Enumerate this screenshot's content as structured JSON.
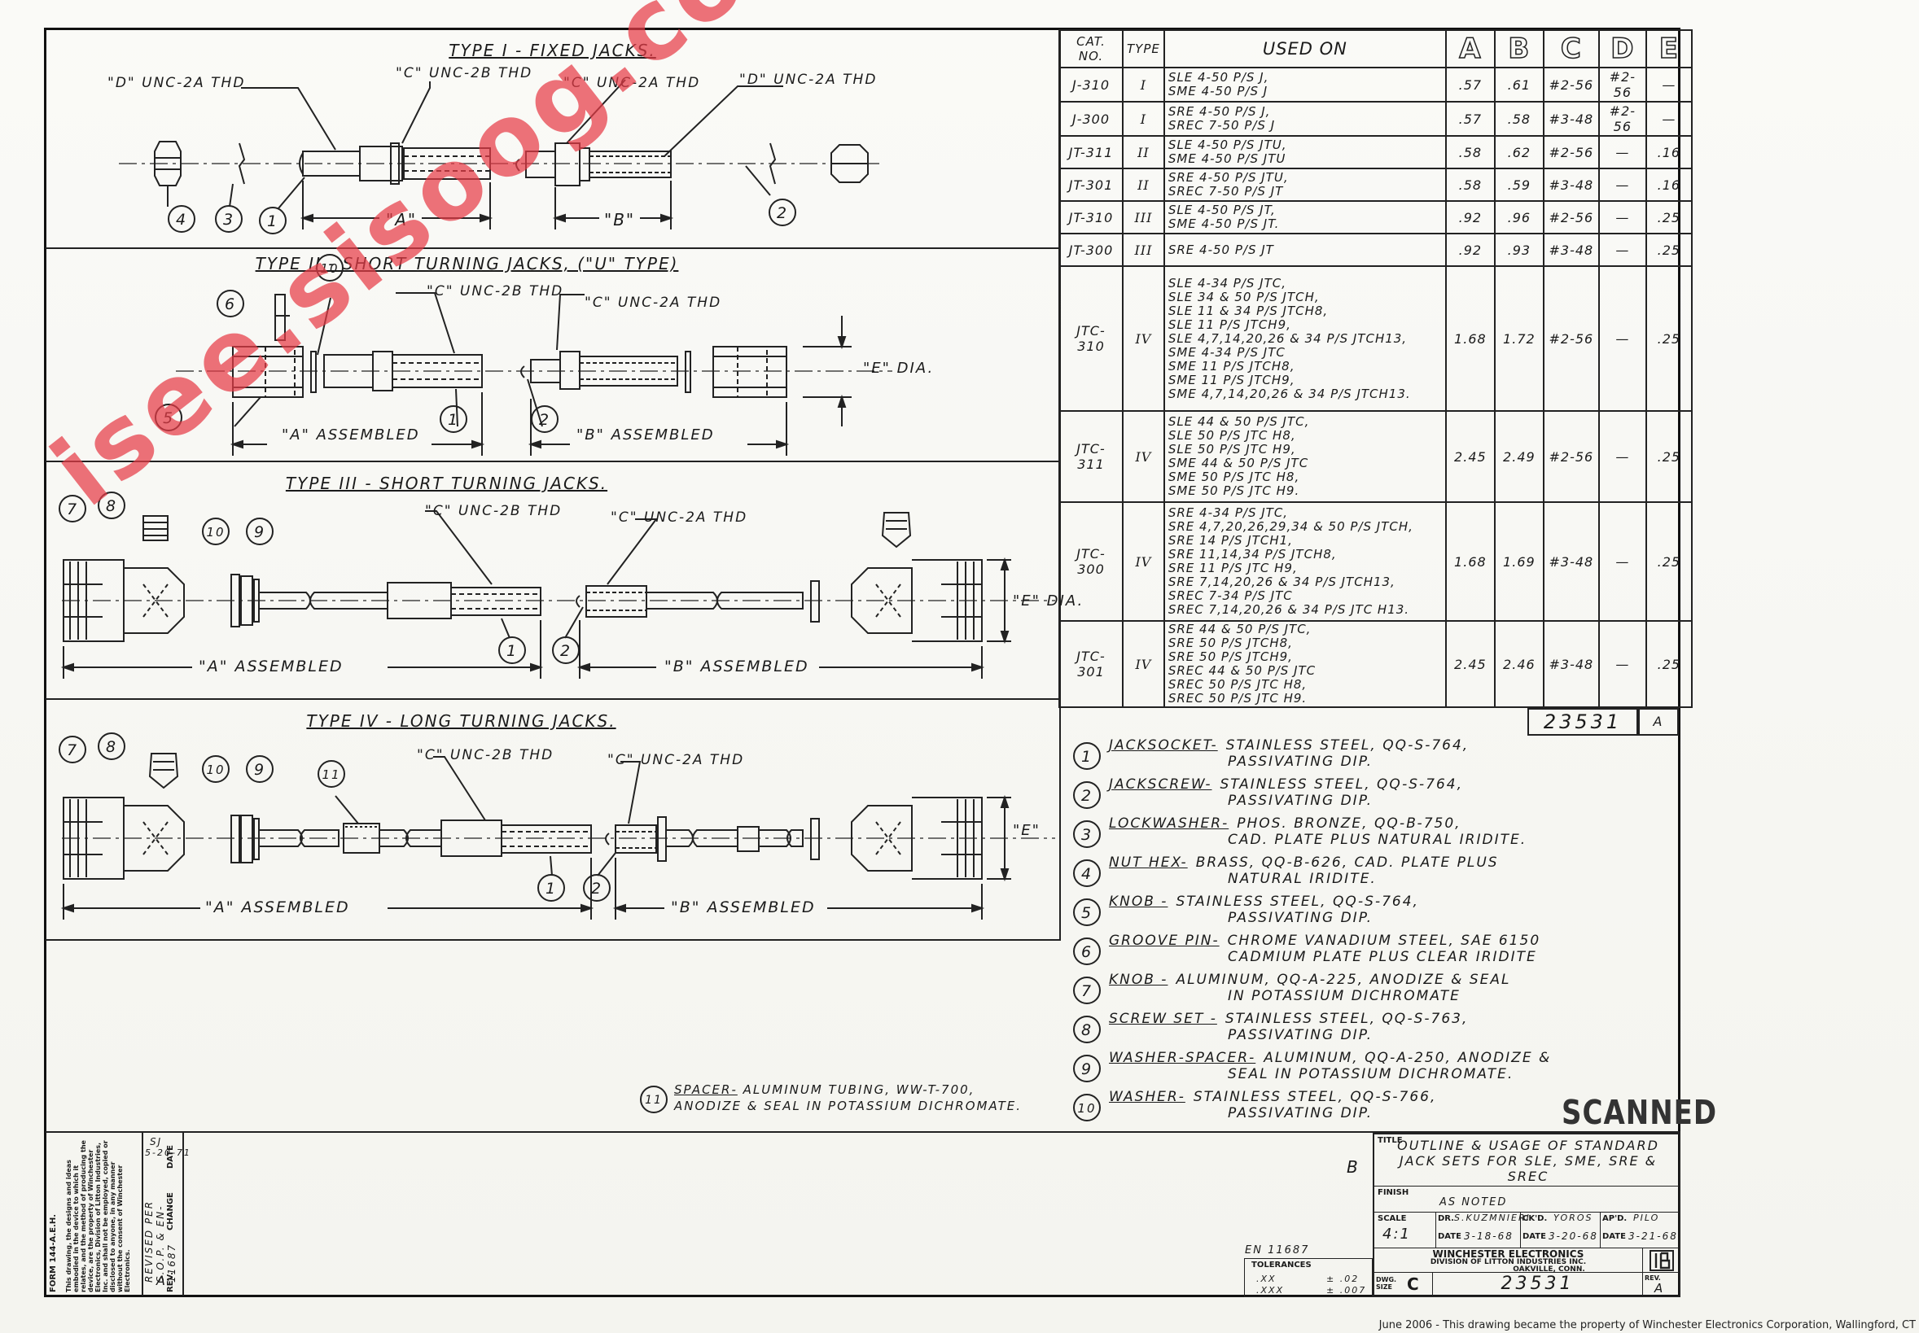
{
  "panels": {
    "type1": {
      "title": "TYPE I - FIXED JACKS.",
      "labels": {
        "d_left": "\"D\" UNC-2A THD",
        "c_mid": "\"C\" UNC-2B THD",
        "c_right": "\"C\" UNC-2A THD",
        "d_right": "\"D\" UNC-2A THD",
        "a": "\"A\"",
        "b": "\"B\""
      },
      "balloons": [
        "4",
        "3",
        "1",
        "2"
      ]
    },
    "type2": {
      "title": "TYPE II - SHORT TURNING JACKS, (\"U\" TYPE)",
      "labels": {
        "c_mid": "\"C\" UNC-2B THD",
        "c_right": "\"C\" UNC-2A THD",
        "e_dia": "\"E\" DIA.",
        "a_asm": "\"A\" ASSEMBLED",
        "b_asm": "\"B\" ASSEMBLED"
      },
      "balloons": [
        "10",
        "6",
        "5",
        "1",
        "2"
      ]
    },
    "type3": {
      "title": "TYPE III - SHORT TURNING JACKS.",
      "labels": {
        "c_mid": "\"C\" UNC-2B THD",
        "c_right": "\"C\" UNC-2A THD",
        "e_dia": "\"E\" DIA.",
        "a_asm": "\"A\" ASSEMBLED",
        "b_asm": "\"B\" ASSEMBLED"
      },
      "balloons": [
        "7",
        "8",
        "10",
        "9",
        "1",
        "2"
      ]
    },
    "type4": {
      "title": "TYPE IV - LONG TURNING JACKS.",
      "labels": {
        "c_mid": "\"C\" UNC-2B THD",
        "c_right": "\"C\" UNC-2A THD",
        "e": "\"E\"",
        "a_asm": "\"A\" ASSEMBLED",
        "b_asm": "\"B\" ASSEMBLED"
      },
      "balloons": [
        "7",
        "8",
        "10",
        "9",
        "11",
        "1",
        "2"
      ]
    }
  },
  "table": {
    "headers": {
      "cat_no": "CAT. NO.",
      "type": "TYPE",
      "used_on": "USED ON",
      "a": "A",
      "b": "B",
      "c": "C",
      "d": "D",
      "e": "E"
    },
    "rows": [
      {
        "cat": "J-310",
        "type": "I",
        "used": "SLE 4-50 P/S J,\nSME 4-50 P/S J",
        "a": ".57",
        "b": ".61",
        "c": "#2-56",
        "d": "#2-56",
        "e": "—"
      },
      {
        "cat": "J-300",
        "type": "I",
        "used": "SRE 4-50 P/S J,\nSREC 7-50 P/S J",
        "a": ".57",
        "b": ".58",
        "c": "#3-48",
        "d": "#2-56",
        "e": "—"
      },
      {
        "cat": "JT-311",
        "type": "II",
        "used": "SLE 4-50 P/S JTU,\nSME 4-50 P/S JTU",
        "a": ".58",
        "b": ".62",
        "c": "#2-56",
        "d": "—",
        "e": ".16"
      },
      {
        "cat": "JT-301",
        "type": "II",
        "used": "SRE 4-50 P/S JTU,\nSREC 7-50 P/S JT",
        "a": ".58",
        "b": ".59",
        "c": "#3-48",
        "d": "—",
        "e": ".16"
      },
      {
        "cat": "JT-310",
        "type": "III",
        "used": "SLE 4-50 P/S JT,\nSME 4-50 P/S JT.",
        "a": ".92",
        "b": ".96",
        "c": "#2-56",
        "d": "—",
        "e": ".25"
      },
      {
        "cat": "JT-300",
        "type": "III",
        "used": "SRE 4-50 P/S JT",
        "a": ".92",
        "b": ".93",
        "c": "#3-48",
        "d": "—",
        "e": ".25"
      },
      {
        "cat": "JTC-310",
        "type": "IV",
        "used": "SLE 4-34 P/S JTC,\nSLE 34 & 50 P/S JTCH,\nSLE 11 & 34 P/S JTCH8,\nSLE 11 P/S JTCH9,\nSLE 4,7,14,20,26 & 34 P/S JTCH13,\nSME 4-34 P/S JTC\nSME 11 P/S JTCH8,\nSME 11 P/S JTCH9,\nSME 4,7,14,20,26 & 34 P/S JTCH13.",
        "a": "1.68",
        "b": "1.72",
        "c": "#2-56",
        "d": "—",
        "e": ".25"
      },
      {
        "cat": "JTC-311",
        "type": "IV",
        "used": "SLE 44 & 50 P/S JTC,\nSLE 50 P/S JTC H8,\nSLE 50 P/S JTC H9,\nSME 44 & 50 P/S JTC\nSME 50 P/S JTC H8,\nSME 50 P/S JTC H9.",
        "a": "2.45",
        "b": "2.49",
        "c": "#2-56",
        "d": "—",
        "e": ".25"
      },
      {
        "cat": "JTC-300",
        "type": "IV",
        "used": "SRE 4-34 P/S JTC,\nSRE 4,7,20,26,29,34 & 50 P/S JTCH,\nSRE 14 P/S JTCH1,\nSRE 11,14,34 P/S JTCH8,\nSRE 11 P/S JTC H9,\nSRE 7,14,20,26 & 34 P/S JTCH13,\nSREC 7-34 P/S JTC\nSREC 7,14,20,26 & 34 P/S JTC H13.",
        "a": "1.68",
        "b": "1.69",
        "c": "#3-48",
        "d": "—",
        "e": ".25"
      },
      {
        "cat": "JTC-301",
        "type": "IV",
        "used": "SRE 44 & 50 P/S JTC,\nSRE 50 P/S JTCH8,\nSRE 50 P/S JTCH9,\nSREC 44 & 50 P/S JTC\nSREC 50 P/S JTC H8,\nSREC 50 P/S JTC H9.",
        "a": "2.45",
        "b": "2.46",
        "c": "#3-48",
        "d": "—",
        "e": ".25"
      }
    ],
    "dwg_no": "23531",
    "rev": "A"
  },
  "parts": [
    {
      "num": "1",
      "name": "JACKSOCKET-",
      "desc1": "STAINLESS STEEL, QQ-S-764,",
      "desc2": "PASSIVATING DIP."
    },
    {
      "num": "2",
      "name": "JACKSCREW-",
      "desc1": "STAINLESS STEEL, QQ-S-764,",
      "desc2": "PASSIVATING DIP."
    },
    {
      "num": "3",
      "name": "LOCKWASHER-",
      "desc1": "PHOS. BRONZE, QQ-B-750,",
      "desc2": "CAD. PLATE PLUS NATURAL IRIDITE."
    },
    {
      "num": "4",
      "name": "NUT HEX-",
      "desc1": "BRASS, QQ-B-626, CAD. PLATE PLUS",
      "desc2": "NATURAL IRIDITE."
    },
    {
      "num": "5",
      "name": "KNOB -",
      "desc1": "STAINLESS STEEL, QQ-S-764,",
      "desc2": "PASSIVATING DIP."
    },
    {
      "num": "6",
      "name": "GROOVE PIN-",
      "desc1": "CHROME VANADIUM STEEL, SAE 6150",
      "desc2": "CADMIUM PLATE PLUS CLEAR IRIDITE"
    },
    {
      "num": "7",
      "name": "KNOB -",
      "desc1": "ALUMINUM, QQ-A-225, ANODIZE & SEAL",
      "desc2": "IN POTASSIUM DICHROMATE"
    },
    {
      "num": "8",
      "name": "SCREW SET -",
      "desc1": "STAINLESS STEEL, QQ-S-763,",
      "desc2": "PASSIVATING DIP."
    },
    {
      "num": "9",
      "name": "WASHER-SPACER-",
      "desc1": "ALUMINUM, QQ-A-250, ANODIZE &",
      "desc2": "SEAL IN POTASSIUM DICHROMATE."
    },
    {
      "num": "10",
      "name": "WASHER-",
      "desc1": "STAINLESS STEEL, QQ-S-766,",
      "desc2": "PASSIVATING DIP."
    }
  ],
  "spacer_note": {
    "num": "11",
    "name": "SPACER-",
    "desc1": "ALUMINUM TUBING, WW-T-700,",
    "desc2": "ANODIZE & SEAL IN POTASSIUM DICHROMATE."
  },
  "title_block": {
    "title_label": "TITLE",
    "title": "OUTLINE & USAGE OF STANDARD JACK SETS FOR SLE, SME, SRE & SREC",
    "finish_label": "FINISH",
    "finish": "AS NOTED",
    "scale_label": "SCALE",
    "scale": "4:1",
    "dr_label": "DR.",
    "dr": "S.KUZMNIERI",
    "ckd_label": "CK'D.",
    "ckd": "YoRos",
    "apd_label": "AP'D.",
    "apd": "Pilo",
    "date_label": "DATE",
    "date_dr": "3-18-68",
    "date_ckd": "3-20-68",
    "date_apd": "3-21-68",
    "company1": "WINCHESTER ELECTRONICS",
    "company2": "DIVISION OF LITTON INDUSTRIES INC.",
    "company3": "OAKVILLE, CONN.",
    "dwg_label": "DWG. SIZE",
    "size": "C",
    "dwg_no": "23531",
    "rev_label": "REV.",
    "rev": "A",
    "zone": "B",
    "en": "EN 11687",
    "tolerances_label": "TOLERANCES",
    "tol_xx": ".XX",
    "tol_xx_val": "± .02",
    "tol_xxx": ".XXX",
    "tol_xxx_val": "± .007"
  },
  "revision": {
    "rev_label": "REV.",
    "change_label": "CHANGE",
    "date_label": "DATE",
    "rev": "A",
    "change": "REVISED PER S.O.P. & EN-11687",
    "by": "SJ",
    "date": "5-20-71",
    "form": "FORM 144-A.E.H.",
    "proprietary": "This drawing, the designs and ideas embodied in the device to which it relates, and the method of producing the device, are the property of Winchester Electronics, Division of Litton Industries, Inc. and shall not be employed, copied or disclosed to anyone, in any manner without the consent of Winchester Electronics."
  },
  "stamp": "SCANNED",
  "watermark": "isee.sisoog.com",
  "footer": "June 2006 - This drawing became the property of Winchester Electronics Corporation, Wallingford, CT"
}
